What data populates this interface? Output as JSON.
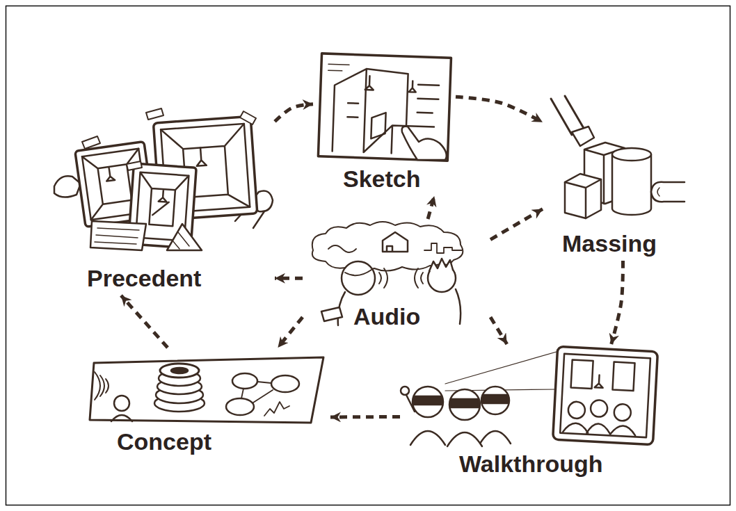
{
  "diagram": {
    "nodes": [
      {
        "text": [
          "Sketch"
        ]
      },
      {
        "text": [
          "Precedent"
        ]
      },
      {
        "text": [
          "Massing"
        ]
      },
      {
        "text": [
          "Audio"
        ]
      },
      {
        "text": [
          "Concept"
        ]
      },
      {
        "text": [
          "Walkthrough"
        ]
      }
    ],
    "edges": [
      {
        "from": 1,
        "to": 0,
        "arrow": "to"
      },
      {
        "from": 0,
        "to": 2,
        "arrow": "to"
      },
      {
        "from": 2,
        "to": 5,
        "arrow": "to"
      },
      {
        "from": 5,
        "to": 4,
        "arrow": "to"
      },
      {
        "from": 4,
        "to": 1,
        "arrow": "to"
      },
      {
        "from": 3,
        "to": 0,
        "arrow": "to"
      },
      {
        "from": 3,
        "to": 2,
        "arrow": "to"
      },
      {
        "from": 3,
        "to": 1,
        "arrow": "to"
      },
      {
        "from": 3,
        "to": 4,
        "arrow": "to"
      },
      {
        "from": 3,
        "to": 5,
        "arrow": "to"
      }
    ]
  }
}
